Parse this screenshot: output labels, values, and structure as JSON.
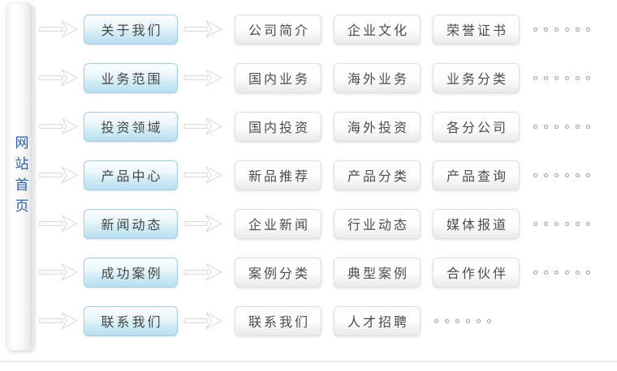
{
  "page": {
    "home_label": "网站首页",
    "more_indicator_dots": 6
  },
  "colors": {
    "home_text_blue": "#2b5fa5",
    "category_border": "#a6cde2",
    "category_fill_bottom": "#b7dff0",
    "sub_border": "#e0e0e0",
    "sub_fill_bottom": "#e9e9e9",
    "arrow_outline": "#dcdcdc",
    "dot_ring": "#9b9b9b",
    "divider": "#ebebeb",
    "button_text": "#454545"
  },
  "rows": [
    {
      "category": "关于我们",
      "items": [
        "公司简介",
        "企业文化",
        "荣誉证书"
      ]
    },
    {
      "category": "业务范围",
      "items": [
        "国内业务",
        "海外业务",
        "业务分类"
      ]
    },
    {
      "category": "投资领域",
      "items": [
        "国内投资",
        "海外投资",
        "各分公司"
      ]
    },
    {
      "category": "产品中心",
      "items": [
        "新品推荐",
        "产品分类",
        "产品查询"
      ]
    },
    {
      "category": "新闻动态",
      "items": [
        "企业新闻",
        "行业动态",
        "媒体报道"
      ]
    },
    {
      "category": "成功案例",
      "items": [
        "案例分类",
        "典型案例",
        "合作伙伴"
      ]
    },
    {
      "category": "联系我们",
      "items": [
        "联系我们",
        "人才招聘"
      ]
    }
  ]
}
